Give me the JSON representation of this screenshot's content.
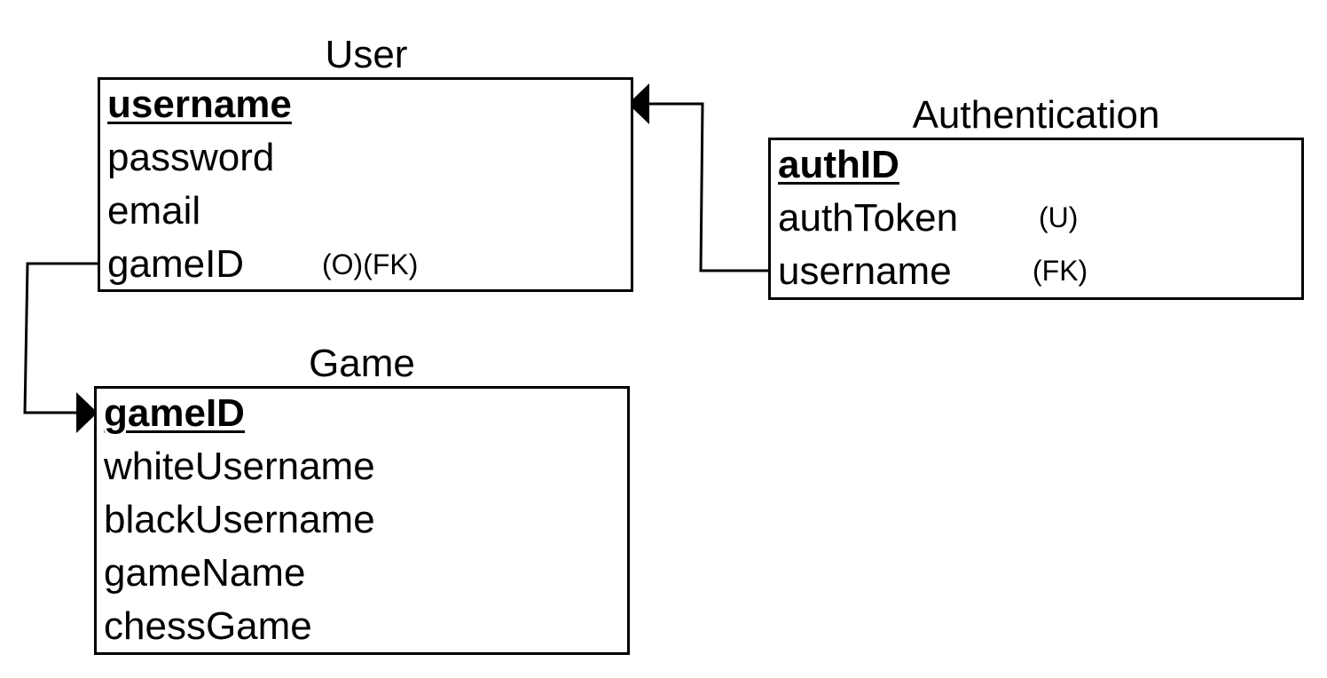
{
  "entities": {
    "user": {
      "title": "User",
      "fields": [
        "username",
        "password",
        "email",
        "gameID"
      ],
      "tags": {
        "gameID": "(O)(FK)"
      }
    },
    "authentication": {
      "title": "Authentication",
      "fields": [
        "authID",
        "authToken",
        "username"
      ],
      "tags": {
        "authToken": "(U)",
        "username": "(FK)"
      }
    },
    "game": {
      "title": "Game",
      "fields": [
        "gameID",
        "whiteUsername",
        "blackUsername",
        "gameName",
        "chessGame"
      ]
    }
  },
  "colors": {
    "line": "#000000",
    "background": "#ffffff"
  }
}
